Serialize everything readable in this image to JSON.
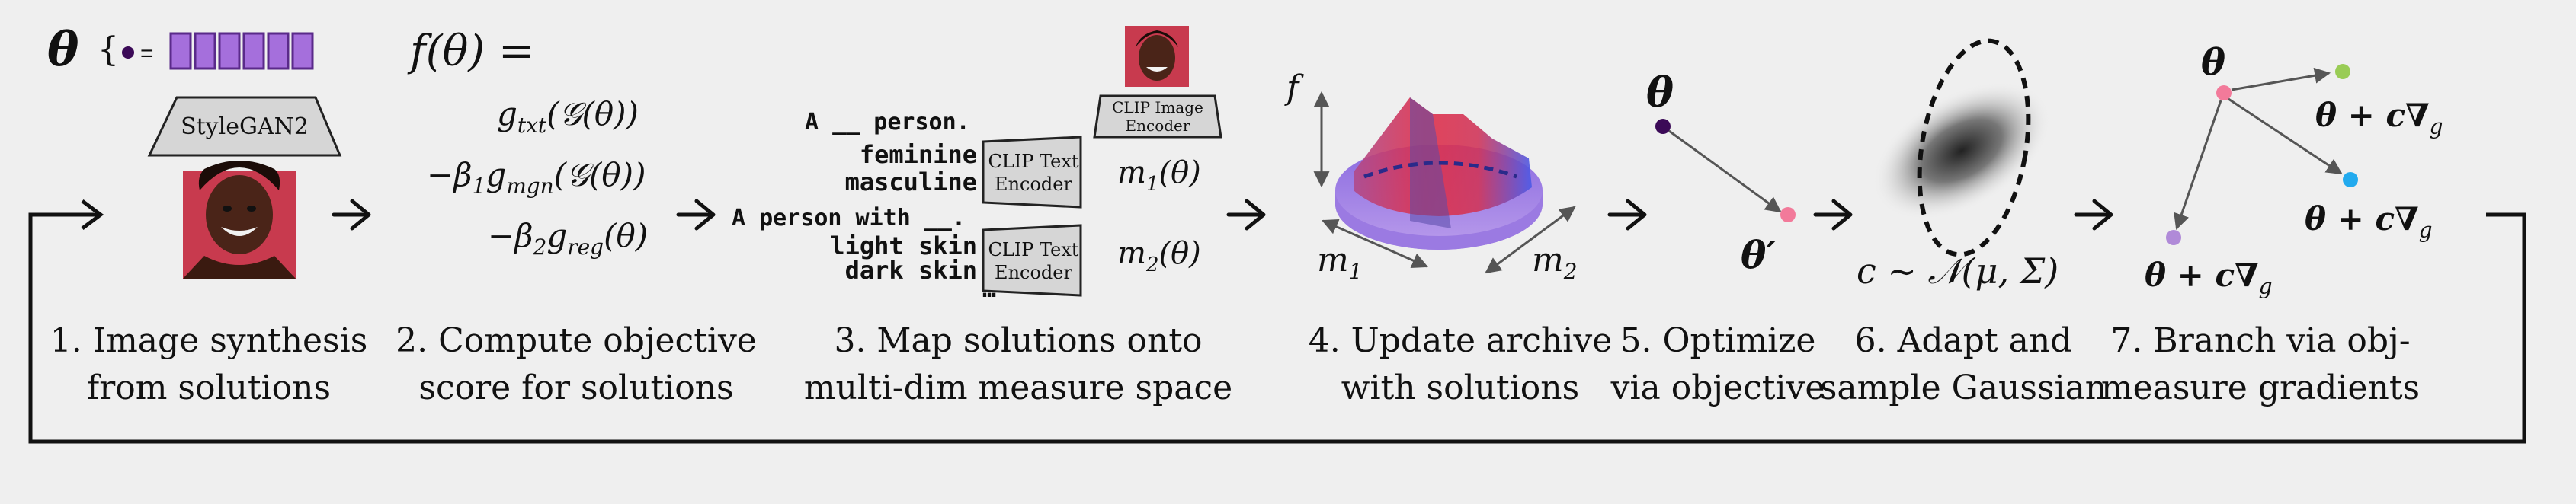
{
  "theta_symbol": "θ",
  "brace": "{",
  "dot_eq": "=",
  "stylegan_label": "StyleGAN2",
  "objective": {
    "heading": "f(θ) =",
    "line1": "g",
    "line1_sub": "txt",
    "line1_arg": "(𝒢(θ))",
    "line2_pre": "−β",
    "line2_sub1": "1",
    "line2_g": "g",
    "line2_sub2": "mgn",
    "line2_arg": "(𝒢(θ))",
    "line3_pre": "−β",
    "line3_sub1": "2",
    "line3_g": "g",
    "line3_sub2": "reg",
    "line3_arg": "(θ)"
  },
  "measure": {
    "prompt1": "A __ person.",
    "word1a": "feminine",
    "word1b": "masculine",
    "prompt2": "A person with __.",
    "word2a": "light skin",
    "word2b": "dark skin",
    "ellipsis": "…",
    "clip_text_line1": "CLIP Text",
    "clip_text_line2": "Encoder",
    "clip_image_line1": "CLIP Image",
    "clip_image_line2": "Encoder",
    "m1": "m",
    "m1_sub": "1",
    "m1_arg": "(θ)",
    "m2": "m",
    "m2_sub": "2",
    "m2_arg": "(θ)"
  },
  "archive": {
    "f_label": "f",
    "m1": "m",
    "m1_sub": "1",
    "m2": "m",
    "m2_sub": "2"
  },
  "optimize": {
    "theta": "θ",
    "theta_prime": "θ′"
  },
  "gaussian": {
    "formula": "c ∼ 𝒩(μ, Σ)"
  },
  "branch": {
    "theta": "θ",
    "grad1": "θ + c∇",
    "grad_sub": "g"
  },
  "steps": [
    {
      "line1": "1. Image synthesis",
      "line2": "from solutions"
    },
    {
      "line1": "2. Compute objective",
      "line2": "score for solutions"
    },
    {
      "line1": "3. Map solutions onto",
      "line2": "multi-dim measure space"
    },
    {
      "line1": "4. Update archive",
      "line2": "with solutions"
    },
    {
      "line1": "5. Optimize",
      "line2": "via objective"
    },
    {
      "line1": "6. Adapt and",
      "line2": "sample Gaussian"
    },
    {
      "line1": "7. Branch via obj-",
      "line2": "measure gradients"
    }
  ],
  "colors": {
    "latent_purple": "#a56fdc",
    "dot_dark": "#3b0a57",
    "pink": "#f27a9a",
    "green": "#99cc55",
    "cyan": "#22aaee",
    "violet": "#b08ad8"
  }
}
